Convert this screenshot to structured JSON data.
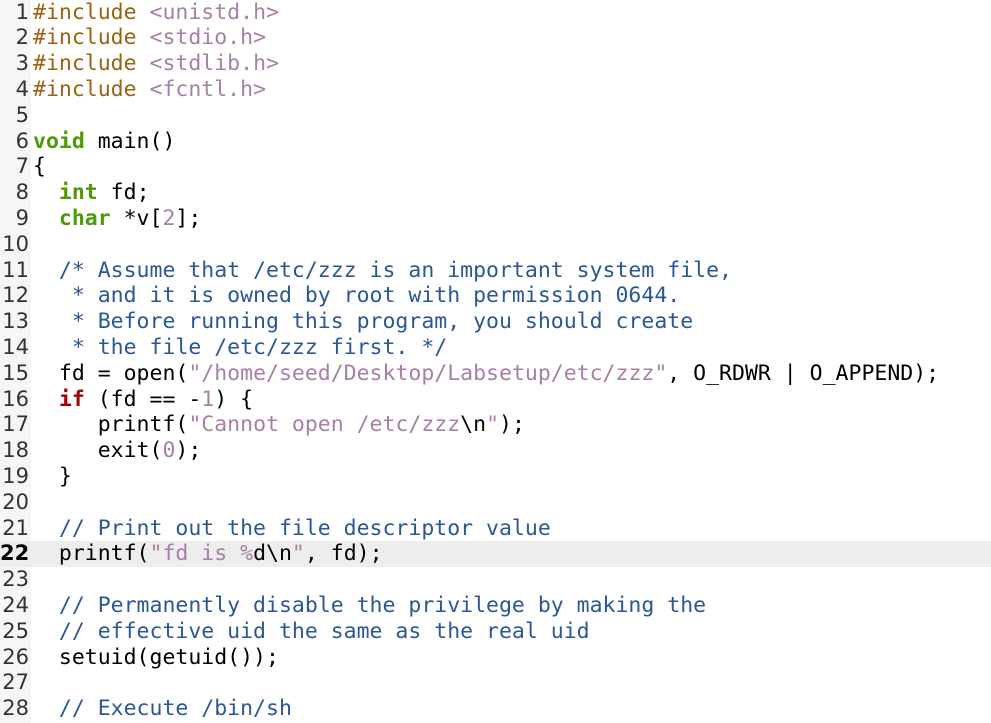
{
  "editor": {
    "current_line": 22,
    "colors": {
      "preprocessor": "#9a6212",
      "string": "#a77fa8",
      "keyword": "#4e9a06",
      "control": "#a40000",
      "comment": "#2b5796",
      "gutter_bg": "#f6f6f5",
      "current_line_bg": "#ededed"
    },
    "lines": [
      {
        "n": "1",
        "tokens": [
          {
            "t": "pp",
            "v": "#include"
          },
          {
            "t": "plain",
            "v": " "
          },
          {
            "t": "str",
            "v": "<unistd.h>"
          }
        ]
      },
      {
        "n": "2",
        "tokens": [
          {
            "t": "pp",
            "v": "#include"
          },
          {
            "t": "plain",
            "v": " "
          },
          {
            "t": "str",
            "v": "<stdio.h>"
          }
        ]
      },
      {
        "n": "3",
        "tokens": [
          {
            "t": "pp",
            "v": "#include"
          },
          {
            "t": "plain",
            "v": " "
          },
          {
            "t": "str",
            "v": "<stdlib.h>"
          }
        ]
      },
      {
        "n": "4",
        "tokens": [
          {
            "t": "pp",
            "v": "#include"
          },
          {
            "t": "plain",
            "v": " "
          },
          {
            "t": "str",
            "v": "<fcntl.h>"
          }
        ]
      },
      {
        "n": "5",
        "tokens": []
      },
      {
        "n": "6",
        "tokens": [
          {
            "t": "kw",
            "v": "void"
          },
          {
            "t": "plain",
            "v": " main()"
          }
        ]
      },
      {
        "n": "7",
        "tokens": [
          {
            "t": "plain",
            "v": "{"
          }
        ]
      },
      {
        "n": "8",
        "tokens": [
          {
            "t": "plain",
            "v": "  "
          },
          {
            "t": "kw",
            "v": "int"
          },
          {
            "t": "plain",
            "v": " fd;"
          }
        ]
      },
      {
        "n": "9",
        "tokens": [
          {
            "t": "plain",
            "v": "  "
          },
          {
            "t": "kw",
            "v": "char"
          },
          {
            "t": "plain",
            "v": " *v["
          },
          {
            "t": "num",
            "v": "2"
          },
          {
            "t": "plain",
            "v": "];"
          }
        ]
      },
      {
        "n": "10",
        "tokens": []
      },
      {
        "n": "11",
        "tokens": [
          {
            "t": "plain",
            "v": "  "
          },
          {
            "t": "cm",
            "v": "/* Assume that /etc/zzz is an important system file,"
          }
        ]
      },
      {
        "n": "12",
        "tokens": [
          {
            "t": "cm",
            "v": "   * and it is owned by root with permission 0644."
          }
        ]
      },
      {
        "n": "13",
        "tokens": [
          {
            "t": "cm",
            "v": "   * Before running this program, you should create"
          }
        ]
      },
      {
        "n": "14",
        "tokens": [
          {
            "t": "cm",
            "v": "   * the file /etc/zzz first. */"
          }
        ]
      },
      {
        "n": "15",
        "tokens": [
          {
            "t": "plain",
            "v": "  fd = open("
          },
          {
            "t": "str",
            "v": "\"/home/seed/Desktop/Labsetup/etc/zzz\""
          },
          {
            "t": "plain",
            "v": ", O_RDWR | O_APPEND);"
          }
        ]
      },
      {
        "n": "16",
        "tokens": [
          {
            "t": "plain",
            "v": "  "
          },
          {
            "t": "ctl",
            "v": "if"
          },
          {
            "t": "plain",
            "v": " (fd == -"
          },
          {
            "t": "num",
            "v": "1"
          },
          {
            "t": "plain",
            "v": ") {"
          }
        ]
      },
      {
        "n": "17",
        "tokens": [
          {
            "t": "plain",
            "v": "     printf("
          },
          {
            "t": "str",
            "v": "\"Cannot open /etc/zzz"
          },
          {
            "t": "plain",
            "v": "\\n"
          },
          {
            "t": "str",
            "v": "\""
          },
          {
            "t": "plain",
            "v": ");"
          }
        ]
      },
      {
        "n": "18",
        "tokens": [
          {
            "t": "plain",
            "v": "     exit("
          },
          {
            "t": "num",
            "v": "0"
          },
          {
            "t": "plain",
            "v": ");"
          }
        ]
      },
      {
        "n": "19",
        "tokens": [
          {
            "t": "plain",
            "v": "  }"
          }
        ]
      },
      {
        "n": "20",
        "tokens": []
      },
      {
        "n": "21",
        "tokens": [
          {
            "t": "plain",
            "v": "  "
          },
          {
            "t": "cm",
            "v": "// Print out the file descriptor value"
          }
        ]
      },
      {
        "n": "22",
        "tokens": [
          {
            "t": "plain",
            "v": "  printf("
          },
          {
            "t": "str",
            "v": "\"fd is %"
          },
          {
            "t": "plain",
            "v": "d\\n"
          },
          {
            "t": "str",
            "v": "\""
          },
          {
            "t": "plain",
            "v": ", fd);"
          }
        ]
      },
      {
        "n": "23",
        "tokens": []
      },
      {
        "n": "24",
        "tokens": [
          {
            "t": "plain",
            "v": "  "
          },
          {
            "t": "cm",
            "v": "// Permanently disable the privilege by making the"
          }
        ]
      },
      {
        "n": "25",
        "tokens": [
          {
            "t": "plain",
            "v": "  "
          },
          {
            "t": "cm",
            "v": "// effective uid the same as the real uid"
          }
        ]
      },
      {
        "n": "26",
        "tokens": [
          {
            "t": "plain",
            "v": "  setuid(getuid());"
          }
        ]
      },
      {
        "n": "27",
        "tokens": []
      },
      {
        "n": "28",
        "tokens": [
          {
            "t": "plain",
            "v": "  "
          },
          {
            "t": "cm",
            "v": "// Execute /bin/sh"
          }
        ]
      }
    ]
  }
}
